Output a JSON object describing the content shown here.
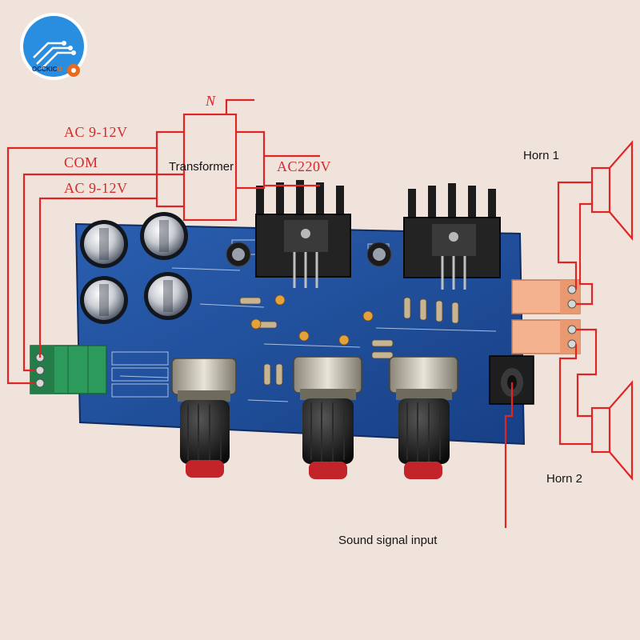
{
  "brand": {
    "name_main": "OCCKIC",
    "name_tail": "O"
  },
  "labels": {
    "n": "N",
    "ac_top": "AC 9-12V",
    "com": "COM",
    "ac_bottom": "AC 9-12V",
    "transformer": "Transformer",
    "ac220": "AC220V",
    "horn1": "Horn 1",
    "horn2": "Horn 2",
    "sound_input": "Sound signal input"
  },
  "colors": {
    "background": "#efe3dc",
    "wire": "#e02525",
    "board": "#1f4f9e",
    "heatsink": "#1c1c1c",
    "terminal_green": "#2c9a5a",
    "terminal_pink": "#f4b28e",
    "logo_blue": "#2a8ee0",
    "logo_orange": "#e86a1a"
  },
  "icons": [
    "circuit-logo-icon",
    "speaker-icon"
  ]
}
